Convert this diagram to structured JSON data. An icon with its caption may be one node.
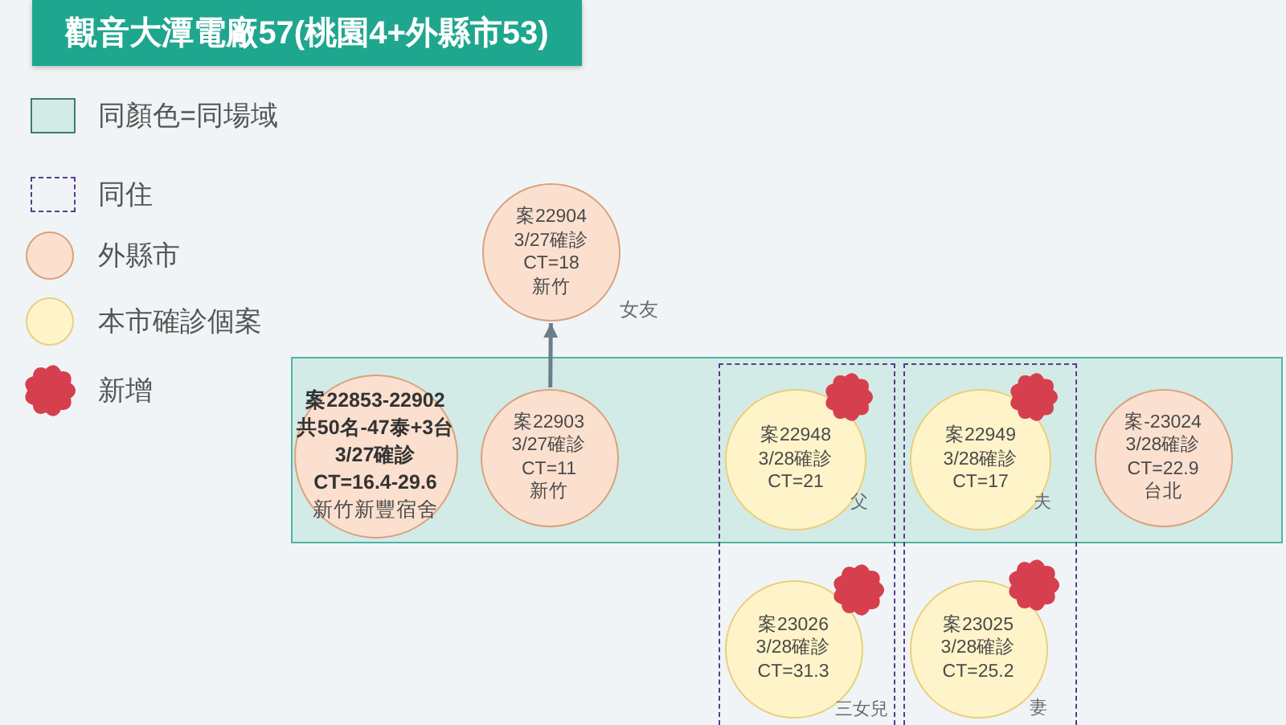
{
  "diagram": {
    "title": "觀音大潭電廠57(桃園4+外縣市53)",
    "nodes": [
      {
        "text": [
          "案22904",
          "3/27確診",
          "CT=18",
          "新竹"
        ],
        "beside": [
          "女友"
        ]
      },
      {
        "text": [],
        "shape": "box"
      },
      {
        "text": [
          "案22853-22902",
          "共50名-47泰+3台",
          "3/27確診",
          "CT=16.4-29.6",
          "新竹新豐宿舍"
        ],
        "in": 1
      },
      {
        "text": [
          "案22903",
          "3/27確診",
          "CT=11",
          "新竹"
        ],
        "in": 1
      },
      {
        "text": [],
        "shape": "box"
      },
      {
        "text": [
          "案22948",
          "3/28確診",
          "CT=21",
          "父"
        ]
      },
      {
        "text": [],
        "shape": "box"
      },
      {
        "text": [
          "案22949",
          "3/28確診",
          "CT=17",
          "夫"
        ]
      },
      {
        "text": [
          "案-23024",
          "3/28確診",
          "CT=22.9",
          "台北"
        ],
        "in": 1
      },
      {
        "text": [
          "案23026",
          "3/28確診",
          "CT=31.3",
          "三女兒"
        ],
        "in": 4
      },
      {
        "text": [
          "案23025",
          "3/28確診",
          "CT=25.2",
          "妻"
        ],
        "in": 6
      }
    ],
    "edges": [
      {
        "from": 3,
        "to": 0,
        "arrow": "to"
      }
    ],
    "legend": [
      {
        "text": "同顏色=同場域",
        "color": "#d3ebe7"
      },
      {
        "text": "同住"
      },
      {
        "text": "外縣市",
        "color": "#fbe0cf"
      },
      {
        "text": "本市確診個案",
        "color": "#fff4c9"
      },
      {
        "text": "新增",
        "color": "#d63f4e"
      }
    ]
  }
}
